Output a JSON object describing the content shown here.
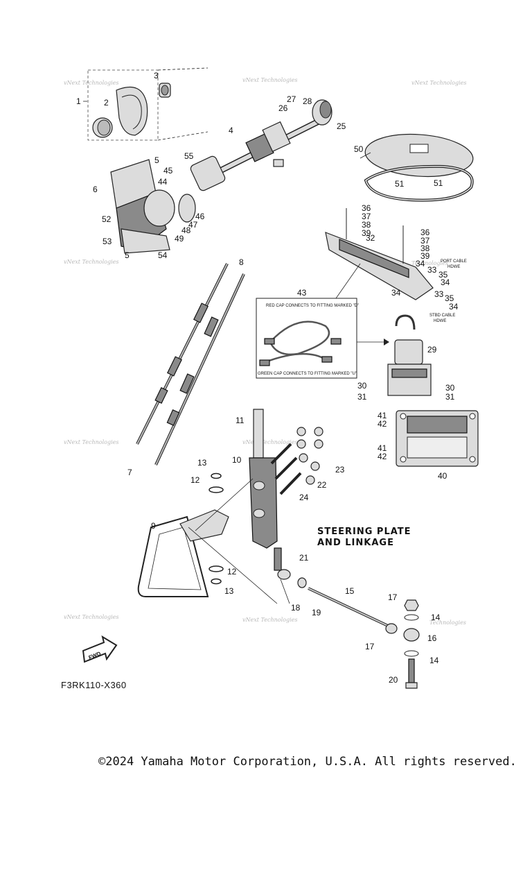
{
  "diagram": {
    "title_line1": "STEERING PLATE",
    "title_line2": "AND LINKAGE",
    "figure_code": "F3RK110-X360",
    "fwd_label": "FWD",
    "watermark_line1": "vNext Technologies",
    "watermark_line2": "Technologies",
    "copyright": "©2024 Yamaha Motor Corporation, U.S.A. All rights reserved.",
    "captions": {
      "red_cap": "RED CAP CONNECTS TO FITTING MARKED \"D\"",
      "green_cap": "GREEN CAP CONNECTS TO FITTING MARKED \"U\"",
      "port_cable_1": "PORT CABLE",
      "port_cable_2": "HDWE",
      "stbd_cable_1": "STBD CABLE",
      "stbd_cable_2": "HDWE"
    },
    "callouts": {
      "c1": "1",
      "c2": "2",
      "c3": "3",
      "c4": "4",
      "c5a": "5",
      "c5b": "5",
      "c6": "6",
      "c7": "7",
      "c8": "8",
      "c9": "9",
      "c10": "10",
      "c11": "11",
      "c12a": "12",
      "c12b": "12",
      "c13a": "13",
      "c13b": "13",
      "c14a": "14",
      "c14b": "14",
      "c15": "15",
      "c16": "16",
      "c17a": "17",
      "c17b": "17",
      "c18": "18",
      "c19": "19",
      "c20": "20",
      "c21": "21",
      "c22": "22",
      "c23": "23",
      "c24": "24",
      "c25": "25",
      "c26": "26",
      "c27": "27",
      "c28": "28",
      "c29": "29",
      "c30a": "30",
      "c30b": "30",
      "c31a": "31",
      "c31b": "31",
      "c32": "32",
      "c33a": "33",
      "c33b": "33",
      "c34a": "34",
      "c34b": "34",
      "c34c": "34",
      "c34d": "34",
      "c35a": "35",
      "c35b": "35",
      "c36a": "36",
      "c36b": "36",
      "c37a": "37",
      "c37b": "37",
      "c38a": "38",
      "c38b": "38",
      "c39a": "39",
      "c39b": "39",
      "c40": "40",
      "c41a": "41",
      "c41b": "41",
      "c42a": "42",
      "c42b": "42",
      "c43": "43",
      "c44": "44",
      "c45": "45",
      "c46": "46",
      "c47": "47",
      "c48": "48",
      "c49": "49",
      "c50": "50",
      "c51a": "51",
      "c51b": "51",
      "c52": "52",
      "c53": "53",
      "c54": "54",
      "c55": "55"
    }
  }
}
